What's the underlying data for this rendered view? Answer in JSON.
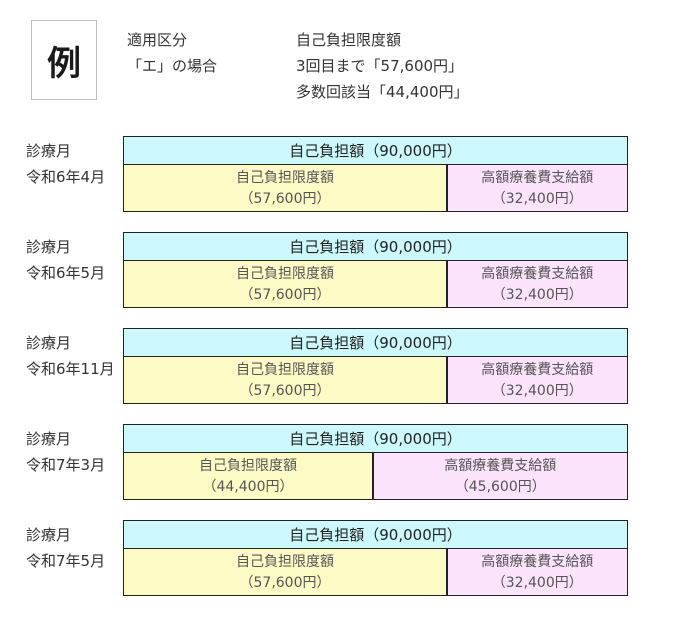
{
  "example_badge": "例",
  "header": {
    "category_label": "適用区分",
    "category_value": "「エ」の場合",
    "limit_label": "自己負担限度額",
    "limit_first": "3回目まで「57,600円」",
    "limit_many": "多数回該当「44,400円」"
  },
  "rows": [
    {
      "month_label": "診療月",
      "month": "令和6年4月",
      "total": "自己負担額（90,000円）",
      "limit_label": "自己負担限度額",
      "limit_amount": "（57,600円）",
      "benefit_label": "高額療養費支給額",
      "benefit_amount": "（32,400円）",
      "limit_fraction": 0.64
    },
    {
      "month_label": "診療月",
      "month": "令和6年5月",
      "total": "自己負担額（90,000円）",
      "limit_label": "自己負担限度額",
      "limit_amount": "（57,600円）",
      "benefit_label": "高額療養費支給額",
      "benefit_amount": "（32,400円）",
      "limit_fraction": 0.64
    },
    {
      "month_label": "診療月",
      "month": "令和6年11月",
      "total": "自己負担額（90,000円）",
      "limit_label": "自己負担限度額",
      "limit_amount": "（57,600円）",
      "benefit_label": "高額療養費支給額",
      "benefit_amount": "（32,400円）",
      "limit_fraction": 0.64
    },
    {
      "month_label": "診療月",
      "month": "令和7年3月",
      "total": "自己負担額（90,000円）",
      "limit_label": "自己負担限度額",
      "limit_amount": "（44,400円）",
      "benefit_label": "高額療養費支給額",
      "benefit_amount": "（45,600円）",
      "limit_fraction": 0.4933
    },
    {
      "month_label": "診療月",
      "month": "令和7年5月",
      "total": "自己負担額（90,000円）",
      "limit_label": "自己負担限度額",
      "limit_amount": "（57,600円）",
      "benefit_label": "高額療養費支給額",
      "benefit_amount": "（32,400円）",
      "limit_fraction": 0.64
    }
  ],
  "colors": {
    "total_fill": "#ccf7fb",
    "limit_fill": "#fdfbc5",
    "benefit_fill": "#fce3fc",
    "border": "#222222"
  }
}
